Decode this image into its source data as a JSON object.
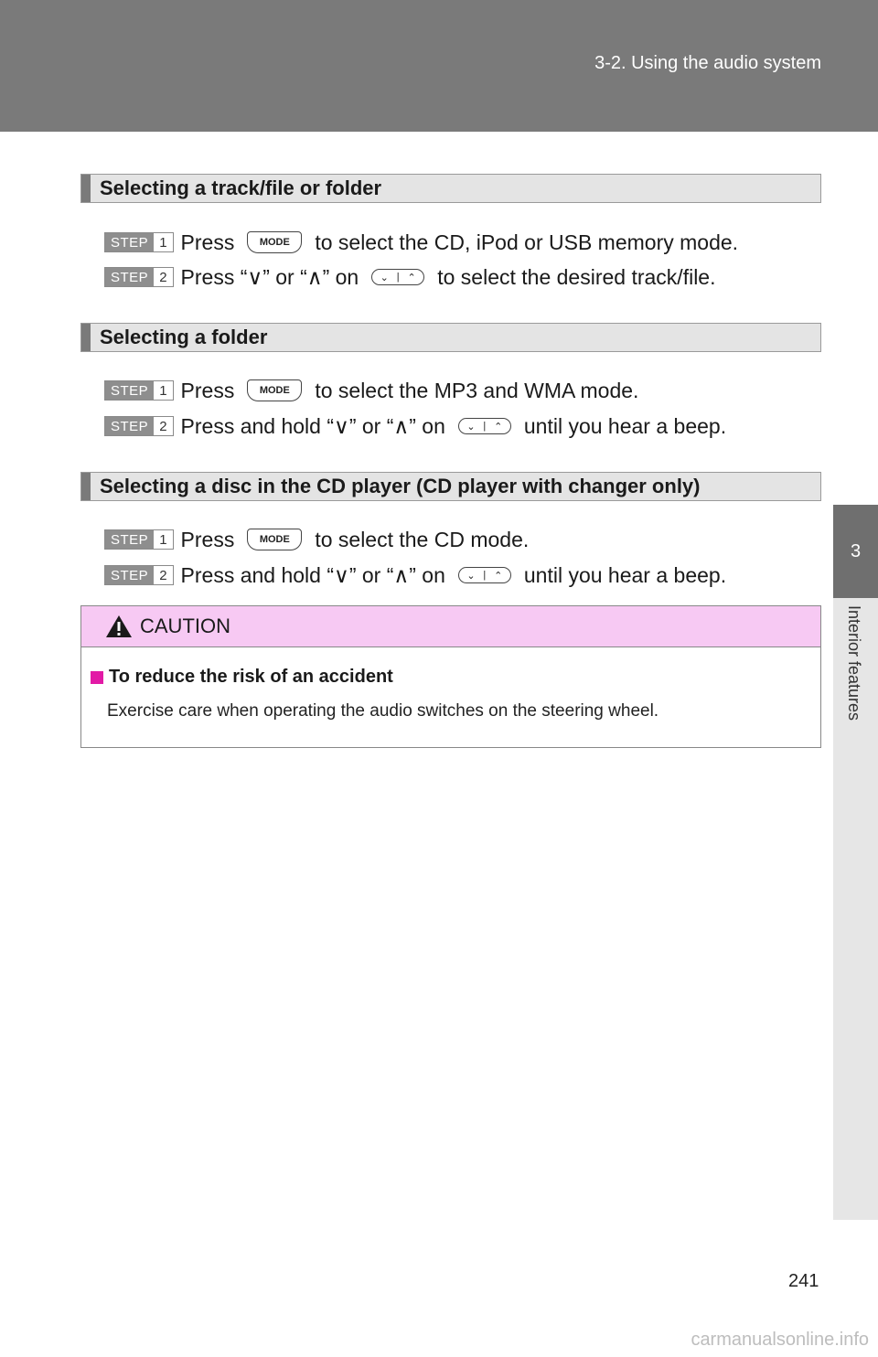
{
  "header": {
    "title": "3-2. Using the audio system"
  },
  "side_tab": {
    "number": "3",
    "label": "Interior features"
  },
  "icons": {
    "mode_label": "MODE",
    "seek_down": "⌄",
    "seek_up": "⌃"
  },
  "step_word": "STEP",
  "sections": [
    {
      "title": "Selecting a track/file or folder",
      "steps": [
        {
          "num": "1",
          "before": "Press",
          "after": "to select the CD, iPod or USB memory mode."
        },
        {
          "num": "2",
          "before": "Press “∨” or “∧” on",
          "after": "to select the desired track/file."
        }
      ]
    },
    {
      "title": "Selecting a folder",
      "steps": [
        {
          "num": "1",
          "before": "Press",
          "after": "to select the MP3 and WMA mode."
        },
        {
          "num": "2",
          "before": "Press and hold “∨” or “∧” on",
          "after": "until you hear a beep."
        }
      ]
    },
    {
      "title": "Selecting a disc in the CD player (CD player with changer only)",
      "steps": [
        {
          "num": "1",
          "before": "Press",
          "after": "to select the CD mode."
        },
        {
          "num": "2",
          "before": "Press and hold “∨” or “∧” on",
          "after": "until you hear a beep."
        }
      ]
    }
  ],
  "caution": {
    "label": "CAUTION",
    "subheading": "To reduce the risk of an accident",
    "body": "Exercise care when operating the audio switches on the steering wheel."
  },
  "page_number": "241",
  "watermark": "carmanualsonline.info"
}
